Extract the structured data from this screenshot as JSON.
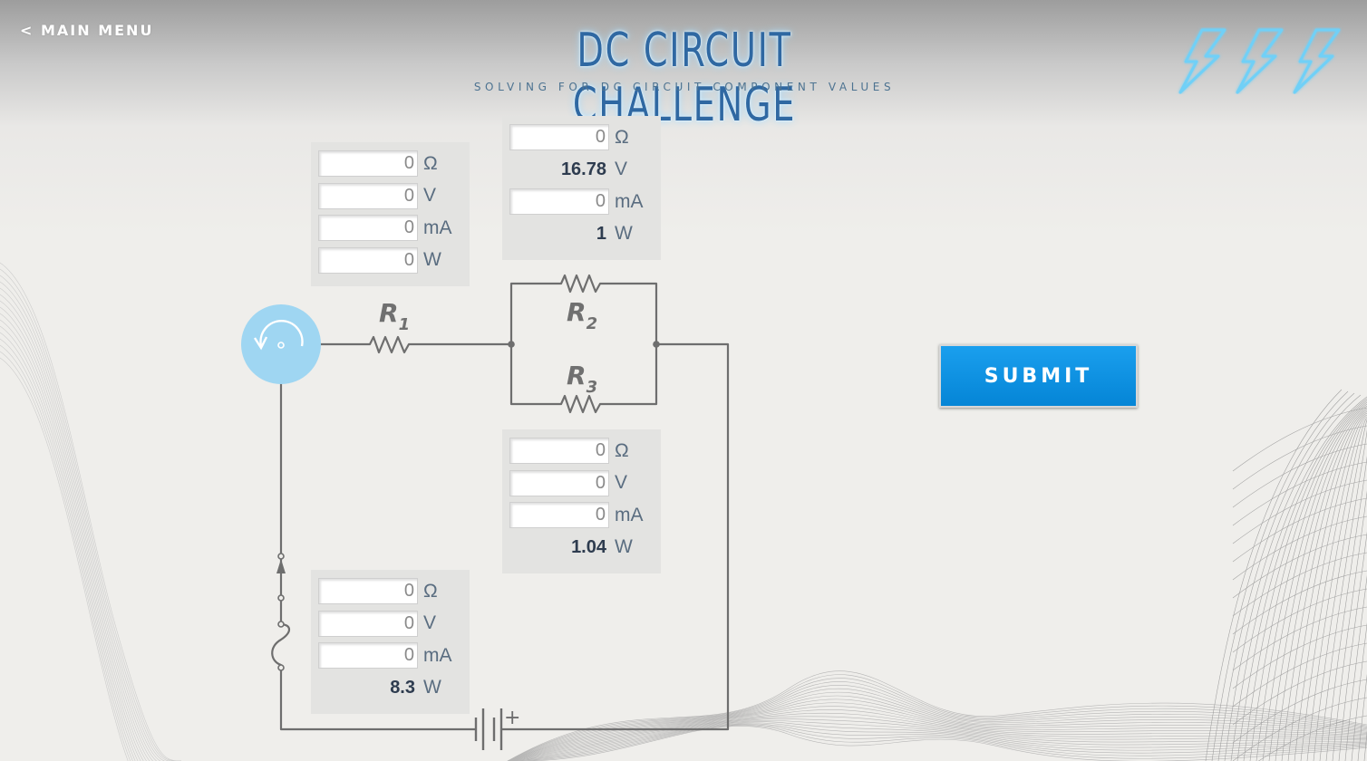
{
  "nav": {
    "main_menu": "< MAIN MENU"
  },
  "header": {
    "title": "DC CIRCUIT CHALLENGE",
    "subtitle": "SOLVING FOR DC CIRCUIT COMPONENT VALUES",
    "lives_icons": [
      "lightning-bolt-icon",
      "lightning-bolt-icon",
      "lightning-bolt-icon"
    ]
  },
  "colors": {
    "accent": "#0a8ce0",
    "title": "#2f68a2",
    "wire": "#6e6e6e",
    "source": "#9fd6f2",
    "panel": "#e3e3e1"
  },
  "panels": {
    "r1": {
      "ohm": {
        "value": "0",
        "unit": "Ω"
      },
      "volt": {
        "value": "0",
        "unit": "V"
      },
      "amp": {
        "value": "0",
        "unit": "mA"
      },
      "watt": {
        "value": "0",
        "unit": "W"
      }
    },
    "r2": {
      "ohm": {
        "value": "0",
        "unit": "Ω"
      },
      "volt": {
        "value": "16.78",
        "unit": "V"
      },
      "amp": {
        "value": "0",
        "unit": "mA"
      },
      "watt": {
        "value": "1",
        "unit": "W"
      }
    },
    "r3": {
      "ohm": {
        "value": "0",
        "unit": "Ω"
      },
      "volt": {
        "value": "0",
        "unit": "V"
      },
      "amp": {
        "value": "0",
        "unit": "mA"
      },
      "watt": {
        "value": "1.04",
        "unit": "W"
      }
    },
    "total": {
      "ohm": {
        "value": "0",
        "unit": "Ω"
      },
      "volt": {
        "value": "0",
        "unit": "V"
      },
      "amp": {
        "value": "0",
        "unit": "mA"
      },
      "watt": {
        "value": "8.3",
        "unit": "W"
      }
    }
  },
  "circuit": {
    "r1_label": "R",
    "r1_sub": "1",
    "r2_label": "R",
    "r2_sub": "2",
    "r3_label": "R",
    "r3_sub": "3",
    "battery_plus": "+"
  },
  "submit": {
    "label": "SUBMIT"
  }
}
